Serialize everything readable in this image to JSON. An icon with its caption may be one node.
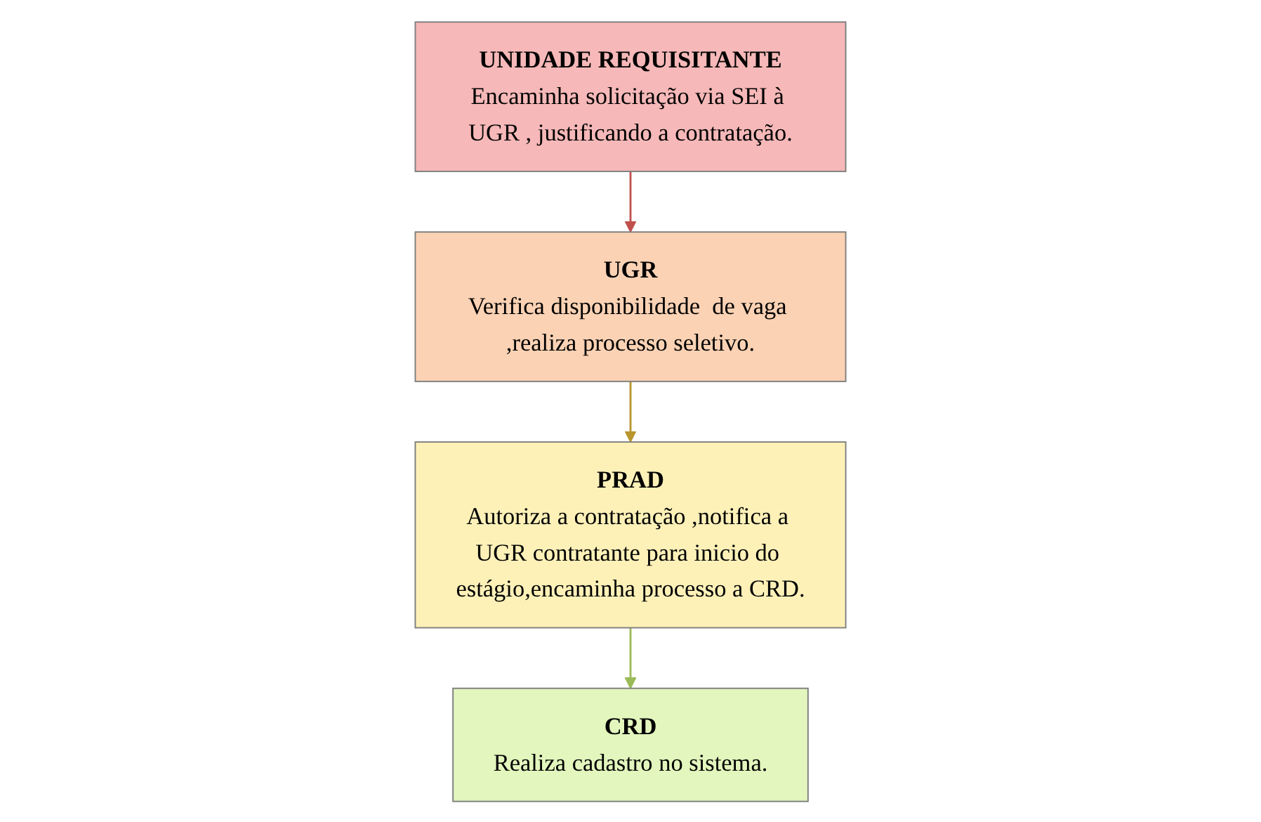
{
  "diagram": {
    "nodes": [
      {
        "text": [
          "UNIDADE REQUISITANTE",
          "Encaminha solicitação via SEI à UGR , justificando a contratação."
        ]
      },
      {
        "text": [
          "UGR",
          "Verifica disponibilidade  de vaga ,realiza processo seletivo."
        ]
      },
      {
        "text": [
          "PRAD",
          "Autoriza a contratação ,notifica a UGR contratante para inicio do estágio,encaminha processo a CRD."
        ]
      },
      {
        "text": [
          "CRD",
          "Realiza cadastro no sistema."
        ]
      }
    ],
    "edges": [
      {
        "from": 0,
        "to": 1,
        "arrow": "to",
        "color": "#c0504d"
      },
      {
        "from": 1,
        "to": 2,
        "arrow": "to",
        "color": "#b8962e"
      },
      {
        "from": 2,
        "to": 3,
        "arrow": "to",
        "color": "#9bbb59"
      }
    ]
  }
}
